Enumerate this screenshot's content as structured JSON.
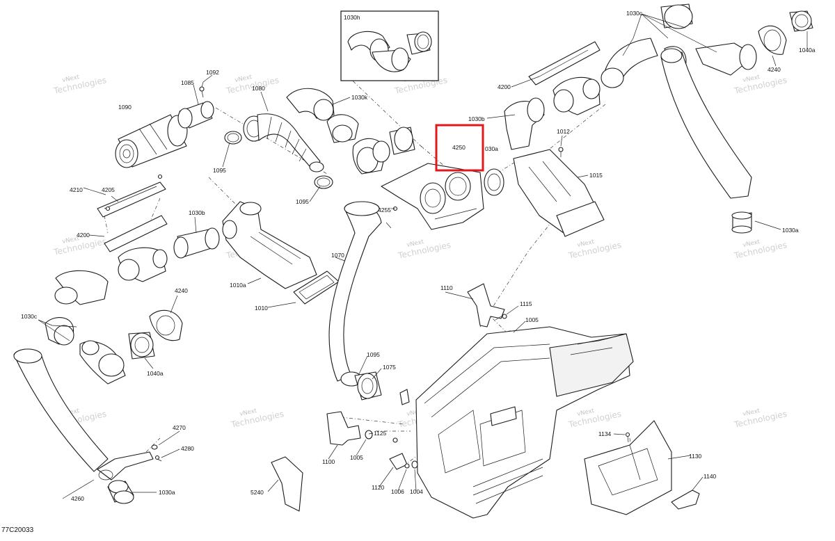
{
  "diagram": {
    "code": "77C20033",
    "watermark_line1": "vNext",
    "watermark_line2": "Technologies",
    "callouts": [
      {
        "id": "c1090",
        "text": "1090"
      },
      {
        "id": "c1085",
        "text": "1085"
      },
      {
        "id": "c1092",
        "text": "1092"
      },
      {
        "id": "c1080",
        "text": "1080"
      },
      {
        "id": "c1095a",
        "text": "1095"
      },
      {
        "id": "c1095b",
        "text": "1095"
      },
      {
        "id": "c1030h",
        "text": "1030h"
      },
      {
        "id": "c1030k",
        "text": "1030k"
      },
      {
        "id": "c4250",
        "text": "4250"
      },
      {
        "id": "c030a",
        "text": "030a"
      },
      {
        "id": "c4255",
        "text": "4255"
      },
      {
        "id": "c1030c_top",
        "text": "1030c"
      },
      {
        "id": "c1040a_top",
        "text": "1040a"
      },
      {
        "id": "c4240_top",
        "text": "4240"
      },
      {
        "id": "c4200_top",
        "text": "4200"
      },
      {
        "id": "c1030b_top",
        "text": "1030b"
      },
      {
        "id": "c1012",
        "text": "1012"
      },
      {
        "id": "c1015",
        "text": "1015"
      },
      {
        "id": "c1030a_right",
        "text": "1030a"
      },
      {
        "id": "c4210",
        "text": "4210"
      },
      {
        "id": "c4205",
        "text": "4205"
      },
      {
        "id": "c1030b_left",
        "text": "1030b"
      },
      {
        "id": "c4200_left",
        "text": "4200"
      },
      {
        "id": "c1010a",
        "text": "1010a"
      },
      {
        "id": "c1010",
        "text": "1010"
      },
      {
        "id": "c1070",
        "text": "1070"
      },
      {
        "id": "c4240_left",
        "text": "4240"
      },
      {
        "id": "c1030c_left",
        "text": "1030c"
      },
      {
        "id": "c1040a_left",
        "text": "1040a"
      },
      {
        "id": "c1110",
        "text": "1110"
      },
      {
        "id": "c1115",
        "text": "1115"
      },
      {
        "id": "c1005a",
        "text": "1005"
      },
      {
        "id": "c1095c",
        "text": "1095"
      },
      {
        "id": "c1075",
        "text": "1075"
      },
      {
        "id": "c4270",
        "text": "4270"
      },
      {
        "id": "c4280",
        "text": "4280"
      },
      {
        "id": "c4260",
        "text": "4260"
      },
      {
        "id": "c1030a_bottom",
        "text": "1030a"
      },
      {
        "id": "c1100",
        "text": "1100"
      },
      {
        "id": "c1005b",
        "text": "1005"
      },
      {
        "id": "c1125",
        "text": "1125"
      },
      {
        "id": "c1120",
        "text": "1120"
      },
      {
        "id": "c1006",
        "text": "1006"
      },
      {
        "id": "c1004",
        "text": "1004"
      },
      {
        "id": "c5240",
        "text": "5240"
      },
      {
        "id": "c1134",
        "text": "1134"
      },
      {
        "id": "c1130",
        "text": "1130"
      },
      {
        "id": "c1140",
        "text": "1140"
      }
    ]
  }
}
